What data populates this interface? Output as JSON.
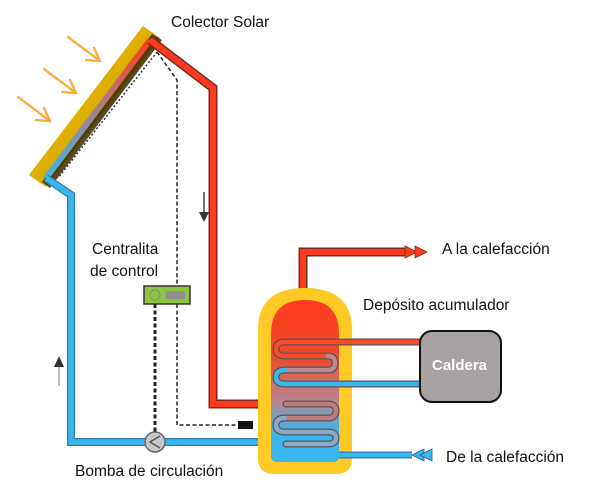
{
  "diagram": {
    "title": "Sistema de energía solar térmica",
    "labels": {
      "collector": "Colector Solar",
      "controller_line1": "Centralita",
      "controller_line2": "de control",
      "tank": "Depósito acumulador",
      "boiler": "Caldera",
      "heating_out": "A la calefacción",
      "heating_in": "De la calefacción",
      "pump": "Bomba de circulación"
    },
    "colors": {
      "hot": "#ff3b1f",
      "cold": "#3ab6ee",
      "insulation": "#ffc926",
      "collector_frame": "#e7b400",
      "controller": "#8cc63f",
      "boiler": "#a5a2a1",
      "sun_arrows": "#ffa733"
    },
    "flow_arrows": {
      "hot_line": "down",
      "cold_line": "up"
    }
  }
}
